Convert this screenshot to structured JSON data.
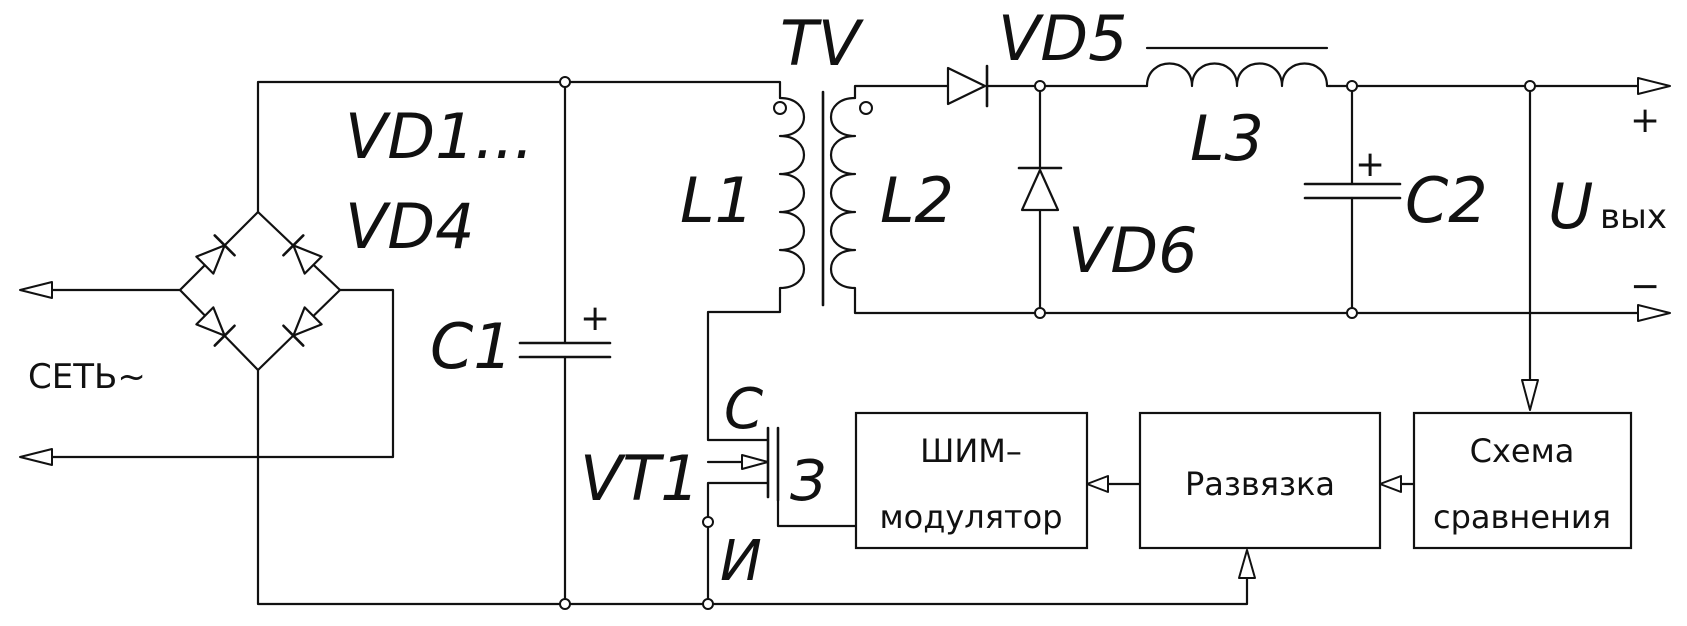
{
  "labels": {
    "vd1": "VD1...",
    "vd4": "VD4",
    "network": "СЕТЬ~",
    "c1": "C1",
    "tv": "TV",
    "l1": "L1",
    "l2": "L2",
    "vd5": "VD5",
    "vd6": "VD6",
    "l3": "L3",
    "c2": "C2",
    "u_out": "U",
    "u_out_sub": "вых",
    "vt1": "VT1",
    "pin_c": "С",
    "pin_z": "З",
    "pin_i": "И",
    "plus": "+",
    "minus": "−",
    "c1_plus": "+",
    "c2_plus": "+"
  },
  "blocks": {
    "pwm_line1": "ШИМ–",
    "pwm_line2": "модулятор",
    "isolation": "Развязка",
    "compare_line1": "Схема",
    "compare_line2": "сравнения"
  }
}
